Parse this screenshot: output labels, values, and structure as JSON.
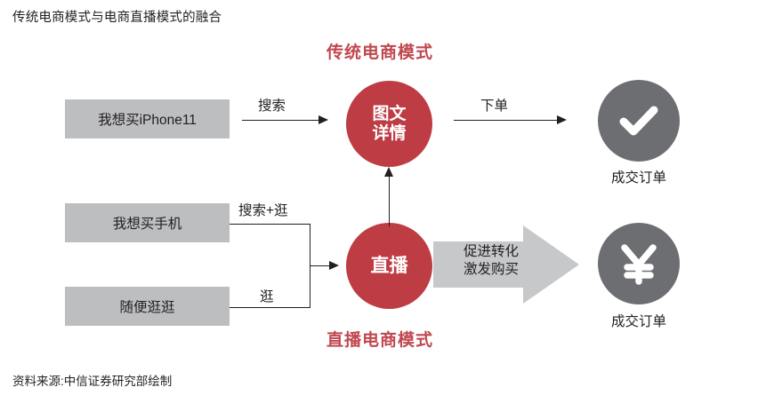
{
  "title": "传统电商模式与电商直播模式的融合",
  "source_note": "资料来源:中信证券研究部绘制",
  "colors": {
    "red": "#be3c43",
    "red_header": "#c0484f",
    "box_gray": "#bcbec0",
    "circle_gray": "#6d6e71",
    "arrow_gray": "#c6c8ca",
    "text": "#231f20",
    "background": "#ffffff"
  },
  "sections": {
    "traditional": {
      "label": "传统电商模式"
    },
    "live": {
      "label": "直播电商模式"
    }
  },
  "boxes": {
    "iphone": "我想买iPhone11",
    "phone": "我想买手机",
    "browse": "随便逛逛"
  },
  "nodes": {
    "detail": {
      "line1": "图文",
      "line2": "详情"
    },
    "live": {
      "label": "直播"
    }
  },
  "edges": {
    "search": "搜索",
    "order": "下单",
    "search_walk": "搜索+逛",
    "walk": "逛"
  },
  "block_arrow": {
    "line1": "促进转化",
    "line2": "激发购买"
  },
  "outcomes": {
    "top": {
      "label": "成交订单",
      "icon": "check-icon"
    },
    "bottom": {
      "label": "成交订单",
      "icon": "yen-icon"
    }
  }
}
